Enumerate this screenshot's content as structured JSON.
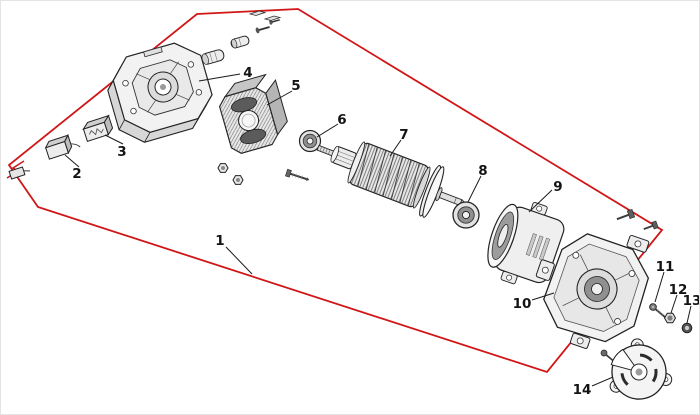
{
  "diagram": {
    "background": "#ffffff",
    "outline_color": "#d01616",
    "line_color": "#1a1a1a",
    "callouts": [
      {
        "label": "1",
        "part": "assembly-outline"
      },
      {
        "label": "2",
        "part": "carbon-brush"
      },
      {
        "label": "3",
        "part": "brush-holder"
      },
      {
        "label": "4",
        "part": "rear-end-bracket"
      },
      {
        "label": "5",
        "part": "stator"
      },
      {
        "label": "6",
        "part": "bearing-front"
      },
      {
        "label": "7",
        "part": "armature-rotor"
      },
      {
        "label": "8",
        "part": "bearing-rear"
      },
      {
        "label": "9",
        "part": "motor-housing"
      },
      {
        "label": "10",
        "part": "gear-housing"
      },
      {
        "label": "11",
        "part": "screw"
      },
      {
        "label": "12",
        "part": "nut"
      },
      {
        "label": "13",
        "part": "washer-cap"
      },
      {
        "label": "14",
        "part": "cover-plate"
      }
    ]
  }
}
